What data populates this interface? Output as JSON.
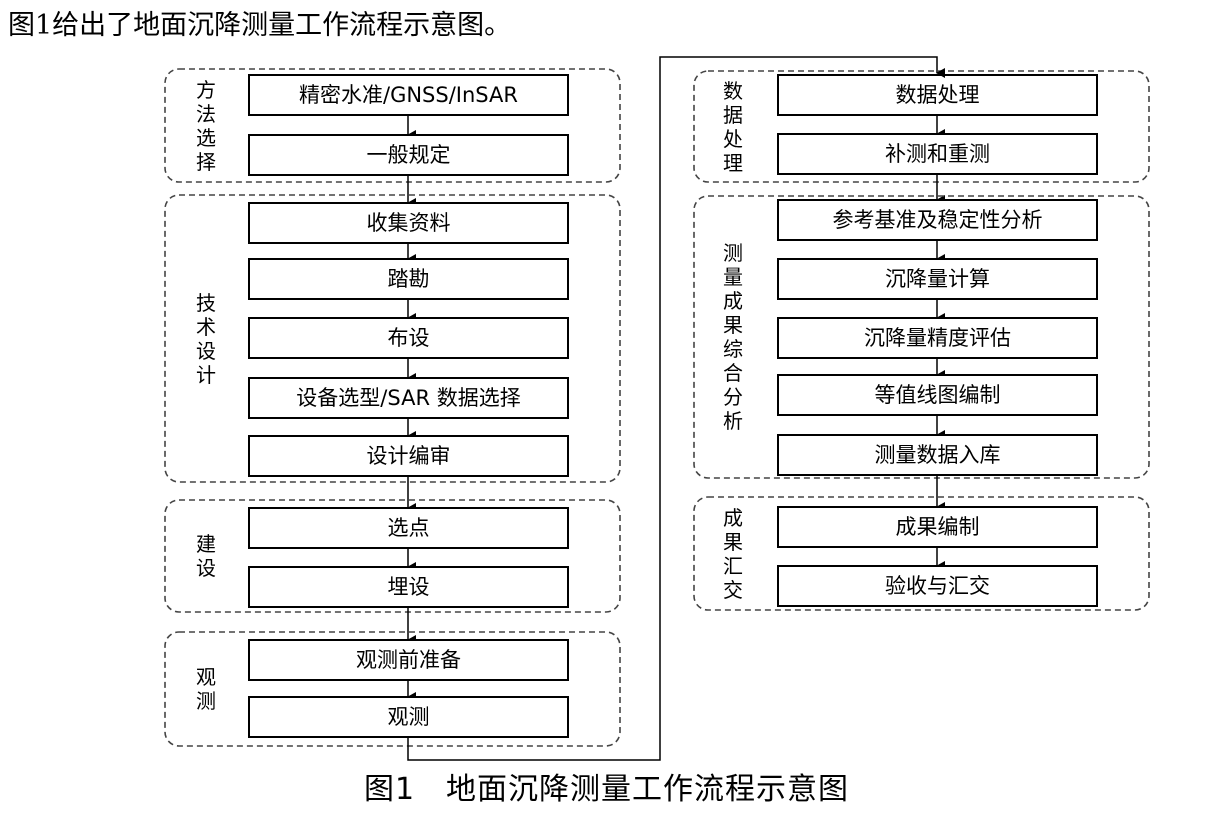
{
  "intro_text": "图1给出了地面沉降测量工作流程示意图。",
  "caption": "图1　地面沉降测量工作流程示意图",
  "left_column": [
    {
      "label": "方法选择",
      "steps": [
        "精密水准/GNSS/InSAR",
        "一般规定"
      ]
    },
    {
      "label": "技术设计",
      "steps": [
        "收集资料",
        "踏勘",
        "布设",
        "设备选型/SAR 数据选择",
        "设计编审"
      ]
    },
    {
      "label": "建设",
      "steps": [
        "选点",
        "埋设"
      ]
    },
    {
      "label": "观测",
      "steps": [
        "观测前准备",
        "观测"
      ]
    }
  ],
  "right_column": [
    {
      "label": "数据处理",
      "steps": [
        "数据处理",
        "补测和重测"
      ]
    },
    {
      "label": "测量成果综合分析",
      "steps": [
        "参考基准及稳定性分析",
        "沉降量计算",
        "沉降量精度评估",
        "等值线图编制",
        "测量数据入库"
      ]
    },
    {
      "label": "成果汇交",
      "steps": [
        "成果编制",
        "验收与汇交"
      ]
    }
  ]
}
